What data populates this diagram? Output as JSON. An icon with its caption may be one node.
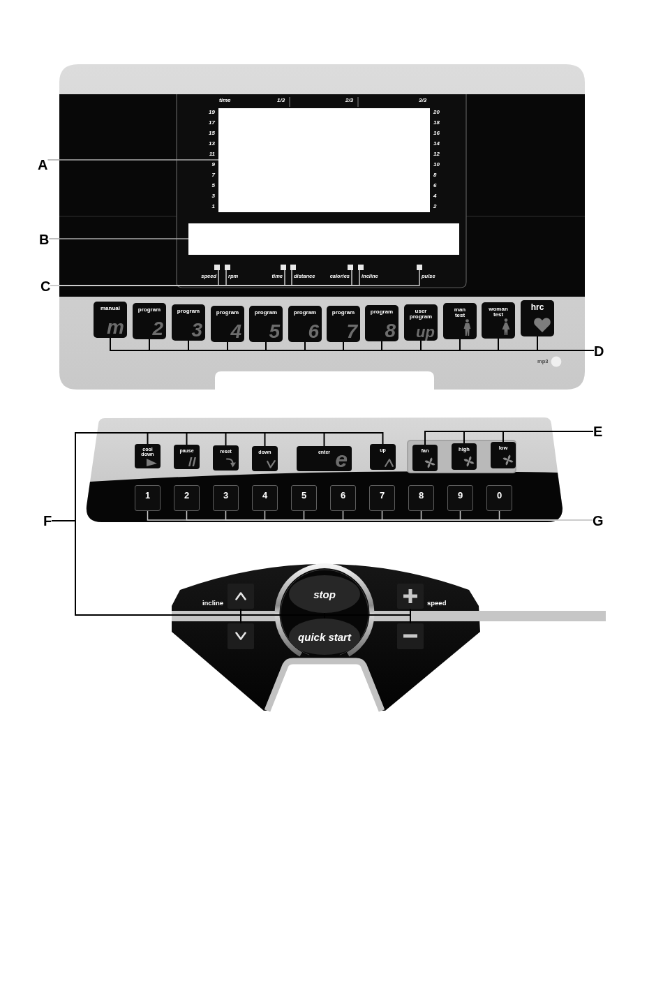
{
  "diagram": {
    "nodes": [
      {
        "text": [],
        "shape": "box"
      },
      {
        "text": [],
        "shape": "box",
        "in": 0,
        "beside": [
          "time",
          "1/3",
          "2/3",
          "3/3",
          "19",
          "20",
          "17",
          "18",
          "15",
          "16",
          "13",
          "14",
          "11",
          "12",
          "9",
          "10",
          "7",
          "8",
          "5",
          "6",
          "3",
          "4",
          "1",
          "2"
        ]
      },
      {
        "text": [],
        "shape": "box",
        "in": 0
      },
      {
        "text": [],
        "shape": "box",
        "in": 0,
        "beside": [
          "speed"
        ]
      },
      {
        "text": [],
        "shape": "box",
        "in": 0,
        "beside": [
          "rpm"
        ]
      },
      {
        "text": [],
        "shape": "box",
        "in": 0,
        "beside": [
          "time"
        ]
      },
      {
        "text": [],
        "shape": "box",
        "in": 0,
        "beside": [
          "distance"
        ]
      },
      {
        "text": [],
        "shape": "box",
        "in": 0,
        "beside": [
          "calories"
        ]
      },
      {
        "text": [],
        "shape": "box",
        "in": 0,
        "beside": [
          "incline"
        ]
      },
      {
        "text": [],
        "shape": "box",
        "in": 0,
        "beside": [
          "pulse"
        ]
      },
      {
        "text": [
          "manual",
          "m"
        ],
        "in": 0
      },
      {
        "text": [
          "program",
          "2"
        ],
        "in": 0
      },
      {
        "text": [
          "program",
          "3"
        ],
        "in": 0
      },
      {
        "text": [
          "program",
          "4"
        ],
        "in": 0
      },
      {
        "text": [
          "program",
          "5"
        ],
        "in": 0
      },
      {
        "text": [
          "program",
          "6"
        ],
        "in": 0
      },
      {
        "text": [
          "program",
          "7"
        ],
        "in": 0
      },
      {
        "text": [
          "program",
          "8"
        ],
        "in": 0
      },
      {
        "text": [
          "user program",
          "up"
        ],
        "in": 0
      },
      {
        "text": [
          "man test"
        ],
        "in": 0
      },
      {
        "text": [
          "woman test"
        ],
        "in": 0
      },
      {
        "text": [
          "hrc"
        ],
        "in": 0
      },
      {
        "text": [],
        "shape": "box"
      },
      {
        "text": [
          "cool down"
        ],
        "in": 22
      },
      {
        "text": [
          "pause"
        ],
        "in": 22
      },
      {
        "text": [
          "reset"
        ],
        "in": 22
      },
      {
        "text": [
          "down"
        ],
        "in": 22
      },
      {
        "text": [
          "enter",
          "e"
        ],
        "in": 22
      },
      {
        "text": [
          "up"
        ],
        "in": 22
      },
      {
        "text": [],
        "shape": "box",
        "in": 22
      },
      {
        "text": [
          "fan"
        ],
        "in": 29
      },
      {
        "text": [
          "high"
        ],
        "in": 29
      },
      {
        "text": [
          "low"
        ],
        "in": 29
      },
      {
        "text": [
          "1"
        ],
        "in": 22
      },
      {
        "text": [
          "2"
        ],
        "in": 22
      },
      {
        "text": [
          "3"
        ],
        "in": 22
      },
      {
        "text": [
          "4"
        ],
        "in": 22
      },
      {
        "text": [
          "5"
        ],
        "in": 22
      },
      {
        "text": [
          "6"
        ],
        "in": 22
      },
      {
        "text": [
          "7"
        ],
        "in": 22
      },
      {
        "text": [
          "8"
        ],
        "in": 22
      },
      {
        "text": [
          "9"
        ],
        "in": 22
      },
      {
        "text": [
          "0"
        ],
        "in": 22
      },
      {
        "text": [],
        "shape": "box"
      },
      {
        "text": [],
        "shape": "box",
        "in": 43
      },
      {
        "text": [],
        "shape": "box",
        "in": 43
      },
      {
        "text": [
          "stop"
        ],
        "in": 43
      },
      {
        "text": [
          "quick start"
        ],
        "in": 43
      },
      {
        "text": [],
        "shape": "box",
        "in": 43
      },
      {
        "text": [],
        "shape": "box",
        "in": 43
      },
      {
        "text": [
          "A"
        ]
      },
      {
        "text": [
          "B"
        ]
      },
      {
        "text": [
          "C"
        ]
      },
      {
        "text": [
          "D"
        ]
      },
      {
        "text": [
          "E"
        ]
      },
      {
        "text": [
          "F"
        ]
      },
      {
        "text": [
          "G"
        ]
      }
    ],
    "edges": [
      {
        "from": 50,
        "to": 1,
        "arrow": "none",
        "color": "#a8a8a8"
      },
      {
        "from": 51,
        "to": 2,
        "arrow": "none",
        "color": "#a8a8a8"
      },
      {
        "from": 52,
        "to": 3,
        "arrow": "none",
        "color": "#cccccc"
      },
      {
        "from": 52,
        "to": 4,
        "arrow": "none",
        "color": "#cccccc"
      },
      {
        "from": 52,
        "to": 5,
        "arrow": "none",
        "color": "#cccccc"
      },
      {
        "from": 52,
        "to": 6,
        "arrow": "none",
        "color": "#cccccc"
      },
      {
        "from": 52,
        "to": 7,
        "arrow": "none",
        "color": "#cccccc"
      },
      {
        "from": 52,
        "to": 8,
        "arrow": "none",
        "color": "#cccccc"
      },
      {
        "from": 52,
        "to": 9,
        "arrow": "none",
        "color": "#cccccc"
      },
      {
        "from": 53,
        "to": 10,
        "arrow": "none"
      },
      {
        "from": 53,
        "to": 11,
        "arrow": "none"
      },
      {
        "from": 53,
        "to": 12,
        "arrow": "none"
      },
      {
        "from": 53,
        "to": 13,
        "arrow": "none"
      },
      {
        "from": 53,
        "to": 14,
        "arrow": "none"
      },
      {
        "from": 53,
        "to": 15,
        "arrow": "none"
      },
      {
        "from": 53,
        "to": 16,
        "arrow": "none"
      },
      {
        "from": 53,
        "to": 17,
        "arrow": "none"
      },
      {
        "from": 53,
        "to": 18,
        "arrow": "none"
      },
      {
        "from": 53,
        "to": 19,
        "arrow": "none"
      },
      {
        "from": 53,
        "to": 20,
        "arrow": "none"
      },
      {
        "from": 53,
        "to": 21,
        "arrow": "none"
      },
      {
        "from": 54,
        "to": 30,
        "arrow": "none"
      },
      {
        "from": 54,
        "to": 31,
        "arrow": "none"
      },
      {
        "from": 54,
        "to": 32,
        "arrow": "none"
      },
      {
        "from": 55,
        "to": 23,
        "arrow": "none"
      },
      {
        "from": 55,
        "to": 24,
        "arrow": "none"
      },
      {
        "from": 55,
        "to": 25,
        "arrow": "none"
      },
      {
        "from": 55,
        "to": 26,
        "arrow": "none"
      },
      {
        "from": 55,
        "to": 27,
        "arrow": "none"
      },
      {
        "from": 55,
        "to": 28,
        "arrow": "none"
      },
      {
        "from": 55,
        "to": 44,
        "arrow": "none"
      },
      {
        "from": 55,
        "to": 45,
        "arrow": "none"
      },
      {
        "from": 55,
        "to": 46,
        "arrow": "none"
      },
      {
        "from": 55,
        "to": 47,
        "arrow": "none"
      },
      {
        "from": 55,
        "to": 48,
        "arrow": "none"
      },
      {
        "from": 55,
        "to": 49,
        "arrow": "none"
      },
      {
        "from": 56,
        "to": 33,
        "arrow": "none",
        "color": "#cccccc"
      },
      {
        "from": 56,
        "to": 34,
        "arrow": "none",
        "color": "#cccccc"
      },
      {
        "from": 56,
        "to": 35,
        "arrow": "none",
        "color": "#cccccc"
      },
      {
        "from": 56,
        "to": 36,
        "arrow": "none",
        "color": "#cccccc"
      },
      {
        "from": 56,
        "to": 37,
        "arrow": "none",
        "color": "#cccccc"
      },
      {
        "from": 56,
        "to": 38,
        "arrow": "none",
        "color": "#cccccc"
      },
      {
        "from": 56,
        "to": 39,
        "arrow": "none",
        "color": "#cccccc"
      },
      {
        "from": 56,
        "to": 40,
        "arrow": "none",
        "color": "#cccccc"
      },
      {
        "from": 56,
        "to": 41,
        "arrow": "none",
        "color": "#cccccc"
      },
      {
        "from": 56,
        "to": 42,
        "arrow": "none",
        "color": "#cccccc"
      }
    ],
    "labels": [
      "mp3",
      "incline",
      "speed"
    ]
  }
}
